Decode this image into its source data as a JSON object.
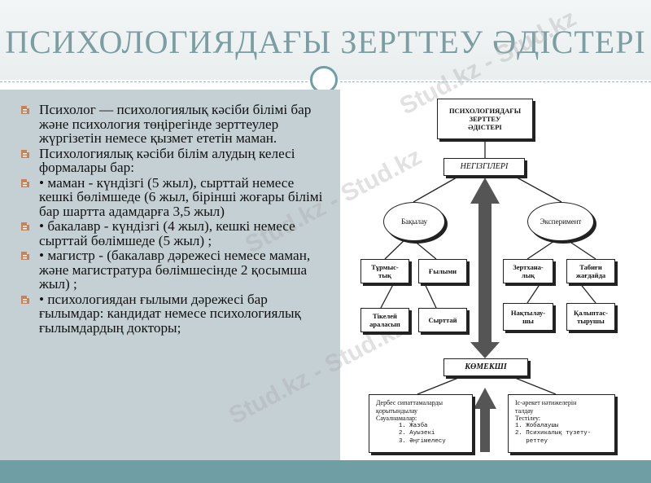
{
  "header": {
    "title": "ПСИХОЛОГИЯДАҒЫ ЗЕРТТЕУ ӘДІСТЕРІ"
  },
  "bullets": [
    "Психолог  — психологиялық кәсіби білімі бар және психология төңірегінде зерттеулер жүргізетін немесе қызмет ететін маман.",
    "Психологиялық кәсіби білім алудың келесі формалары бар:",
    "•          маман - күндізгі (5 жыл), сырттай немесе кешкі бөлімшеде (6 жыл, бірінші жоғары білімі бар шартта адамдарға 3,5 жыл)",
    "•          бакалавр - күндізгі (4 жыл), кешкі немесе сырттай бөлімшеде (5 жыл) ;",
    "•          магистр - (бакалавр дәрежесі немесе маман, және магистратура бөлімшесінде 2 қосымша жыл) ;",
    "•          психологиядан ғылыми дәрежесі бар ғылымдар: кандидат немесе психологиялық ғылымдардың докторы;"
  ],
  "diagram": {
    "root": [
      "ПСИХОЛОГИЯДАҒЫ",
      "ЗЕРТТЕУ",
      "ӘДІСТЕРІ"
    ],
    "main": "НЕГІЗГІЛЕРІ",
    "observation": "Бақылау",
    "experiment": "Эксперимент",
    "obs_children": [
      [
        "Тұрмыс-",
        "тық"
      ],
      [
        "Ғылыми"
      ],
      [
        "Тікелей",
        "араласып"
      ],
      [
        "Сырттай"
      ]
    ],
    "exp_children": [
      [
        "Зертхана-",
        "лық"
      ],
      [
        "Табиғи",
        "жағдайда"
      ],
      [
        "Нақтылау-",
        "шы"
      ],
      [
        "Қалыптас-",
        "тырушы"
      ]
    ],
    "auxiliary": "КӨМЕКШІ",
    "left_box": {
      "lines": [
        "Дербес сипаттамаларды",
        "қорытындылау",
        "Сауалнамалар:"
      ],
      "items": [
        "1. Жазба",
        "2. Ауызекі",
        "3. Әңгімелесу"
      ]
    },
    "right_box": {
      "lines": [
        "Іс-әрекет нәтижелерін",
        "талдау",
        "Тестілеу:"
      ],
      "items": [
        "1. Жобалаушы",
        "2. Психикалық түзету-",
        "   реттеу"
      ]
    }
  },
  "watermark": "Stud.kz - Stud.kz",
  "colors": {
    "title": "#7b9ea3",
    "accent": "#6f9ea4",
    "panel": "#c5d0d4",
    "bullet_icon": "#c98258"
  }
}
